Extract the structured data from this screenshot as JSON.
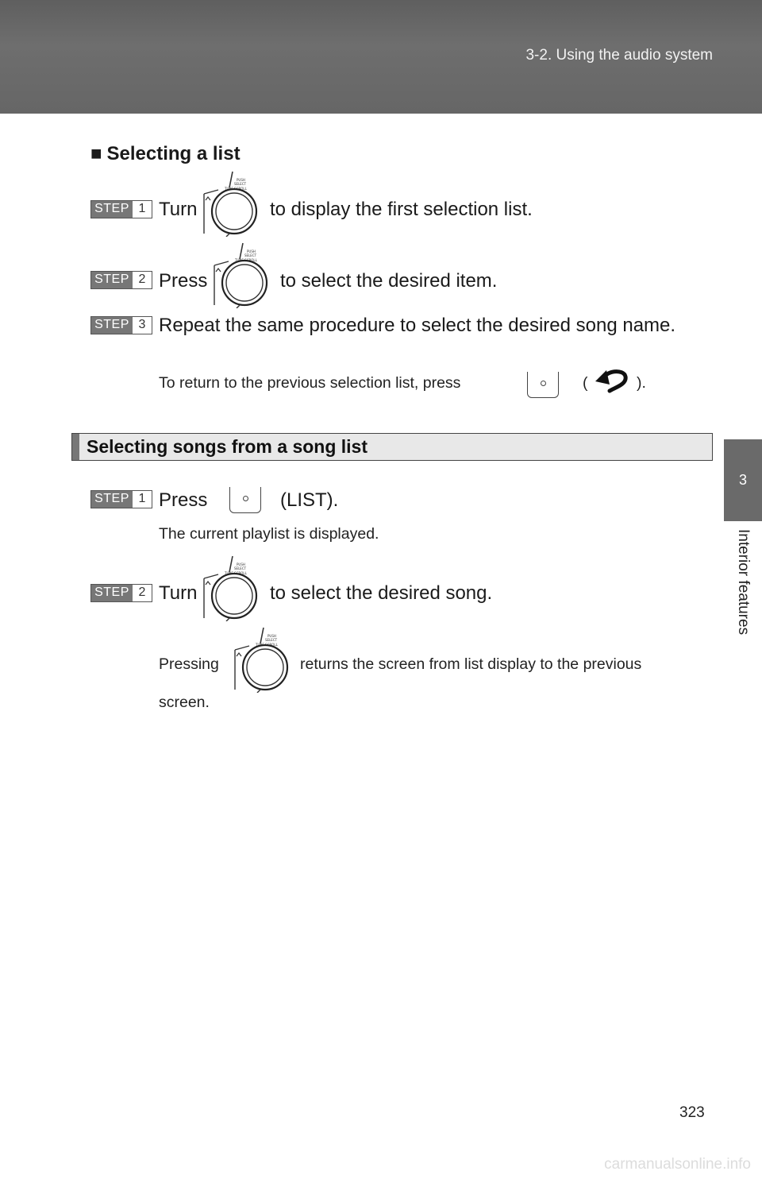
{
  "header": {
    "title": "3-2. Using the audio system"
  },
  "side_tab": {
    "chapter": "3",
    "label": "Interior features"
  },
  "page_number": "323",
  "watermark": "carmanualsonline.info",
  "section1": {
    "marker": "■",
    "heading": "Selecting a list",
    "steps": [
      {
        "word": "STEP",
        "num": "1",
        "before": "Turn",
        "after": "to display the first selection list."
      },
      {
        "word": "STEP",
        "num": "2",
        "before": "Press",
        "after": "to select the desired item."
      },
      {
        "word": "STEP",
        "num": "3",
        "text": "Repeat the same procedure to select the desired song name."
      }
    ],
    "note": {
      "before": "To return to the previous selection list, press",
      "paren_open": "(",
      "paren_close": ")."
    }
  },
  "section2": {
    "heading": "Selecting songs from a song list",
    "steps": [
      {
        "word": "STEP",
        "num": "1",
        "before": "Press",
        "after": "(LIST).",
        "note": "The current playlist is displayed."
      },
      {
        "word": "STEP",
        "num": "2",
        "before": "Turn",
        "after": "to select the desired song."
      }
    ],
    "note": {
      "before": "Pressing",
      "after": "returns the screen from list display to the previous",
      "line2": "screen."
    }
  },
  "icons": {
    "knob": "tune-scroll-knob-icon",
    "button": "push-button-icon",
    "back": "back-arrow-icon"
  }
}
